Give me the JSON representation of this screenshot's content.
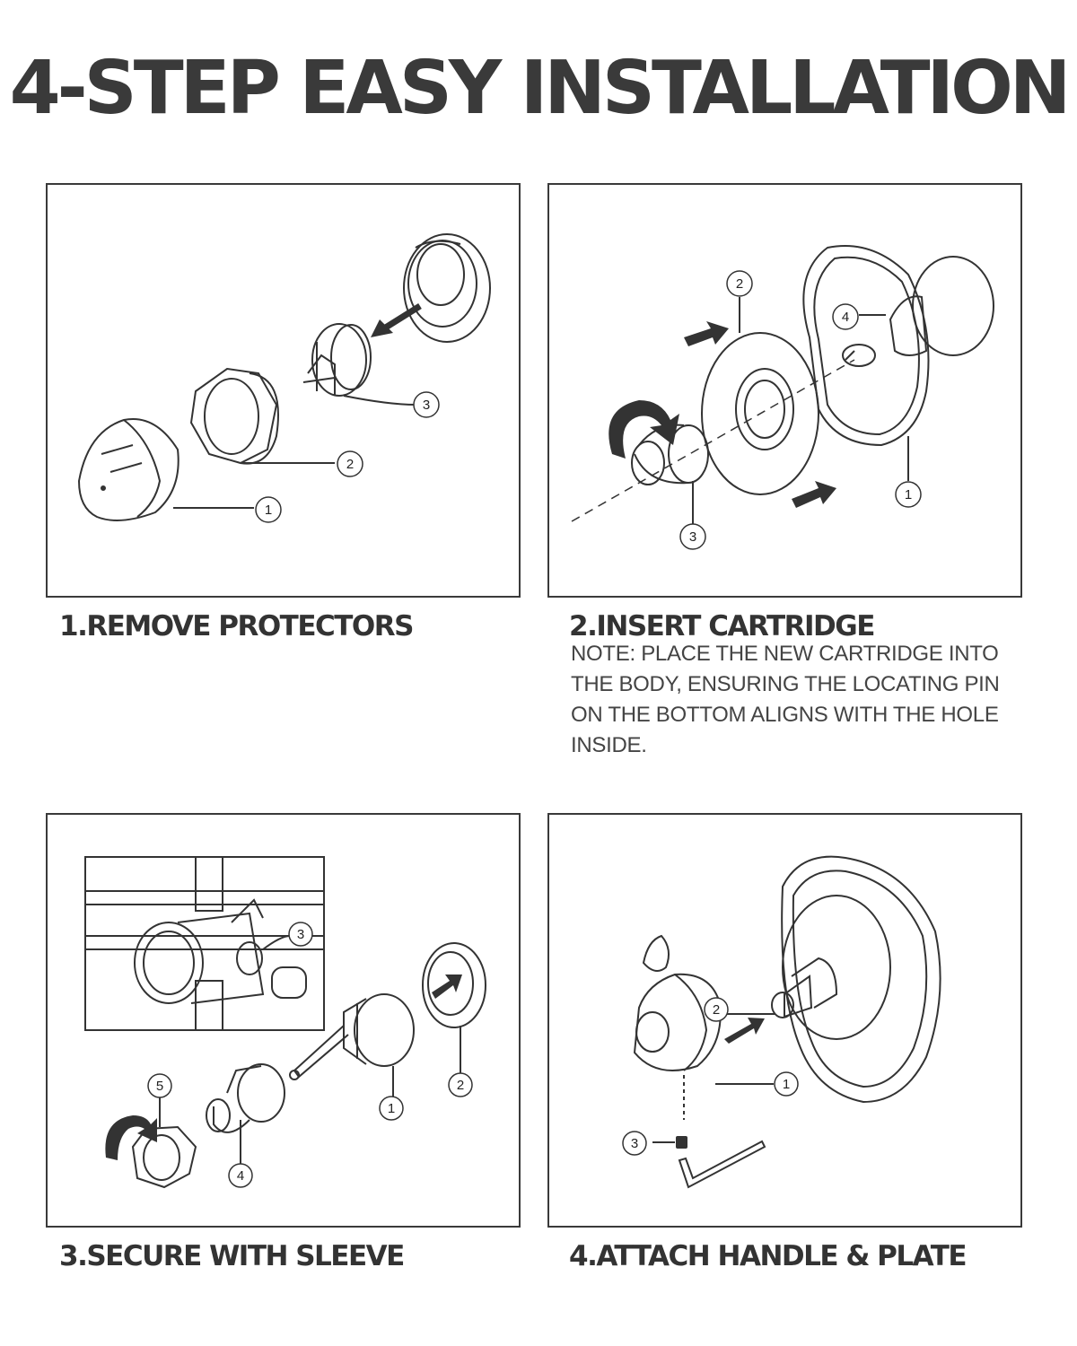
{
  "title": "4-STEP EASY INSTALLATION",
  "steps": [
    {
      "label": "1.REMOVE PROTECTORS",
      "callouts": [
        "1",
        "2",
        "3"
      ]
    },
    {
      "label": "2.INSERT CARTRIDGE",
      "note": "NOTE: PLACE THE NEW CARTRIDGE INTO THE BODY, ENSURING THE LOCATING PIN ON THE BOTTOM ALIGNS WITH THE HOLE INSIDE.",
      "callouts": [
        "1",
        "2",
        "3",
        "4"
      ]
    },
    {
      "label": "3.SECURE WITH SLEEVE",
      "callouts": [
        "1",
        "2",
        "3",
        "4",
        "5"
      ]
    },
    {
      "label": "4.ATTACH HANDLE & PLATE",
      "callouts": [
        "1",
        "2",
        "3"
      ]
    }
  ],
  "colors": {
    "ink": "#333333",
    "frame": "#3a3a3a"
  }
}
